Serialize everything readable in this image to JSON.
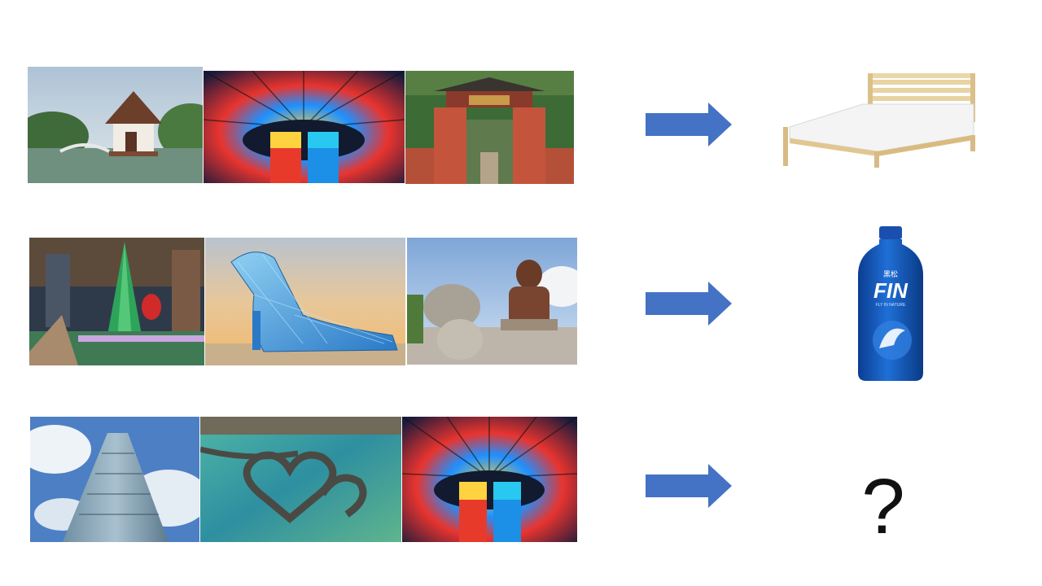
{
  "colors": {
    "arrow": "#4472C4",
    "background": "#FFFFFF"
  },
  "rows": [
    {
      "images": [
        "lake-pavilion-photo",
        "stained-glass-dome-photo",
        "red-temple-gate-photo"
      ],
      "arrow_icon": "right-arrow-icon",
      "result": {
        "image": "wooden-bed-photo"
      }
    },
    {
      "images": [
        "christmas-tree-plaza-photo",
        "glass-high-heel-church-photo",
        "stone-lion-buddha-photo"
      ],
      "arrow_icon": "right-arrow-icon",
      "result": {
        "image": "water-bottle-photo",
        "bottle_brand": "FIN",
        "bottle_tagline": "FLY IN NATURE",
        "bottle_top_text": "黑松"
      }
    },
    {
      "images": [
        "skyscraper-tower-photo",
        "heart-stone-weir-photo",
        "stained-glass-dome-photo"
      ],
      "arrow_icon": "right-arrow-icon",
      "result": {
        "answer": "?"
      }
    }
  ]
}
